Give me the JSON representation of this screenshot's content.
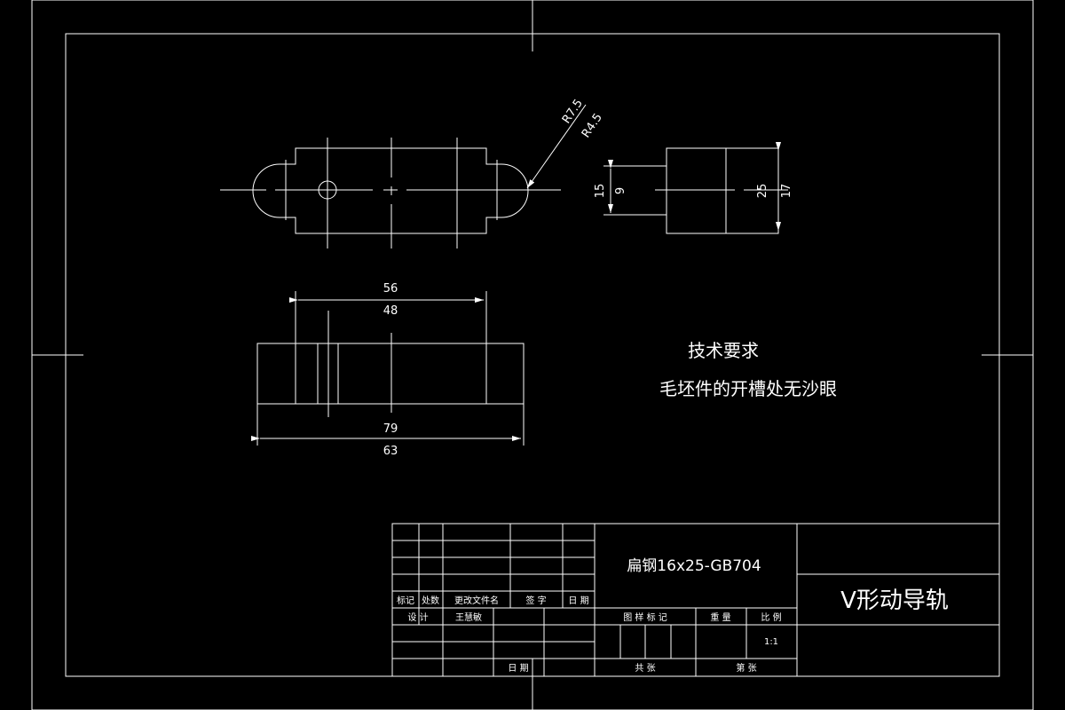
{
  "technical_requirements": {
    "heading": "技术要求",
    "note": "毛坯件的开槽处无沙眼"
  },
  "dimensions": {
    "radius_outer": "R7.5",
    "radius_inner": "R4.5",
    "side_15": "15",
    "side_9": "9",
    "side_25": "25",
    "side_17": "17",
    "top_56": "56",
    "top_48": "48",
    "bottom_79": "79",
    "bottom_63": "63"
  },
  "title_block": {
    "material": "扁钢16x25-GB704",
    "part_name": "V形动导轨",
    "mark_label": "标记",
    "count_label": "处数",
    "change_doc_label": "更改文件名",
    "sign_label": "签 字",
    "date_label": "日 期",
    "design_label": "设 计",
    "designer": "王慧敏",
    "drawing_mark_label": "图 样 标 记",
    "weight_label": "重 量",
    "scale_label": "比 例",
    "scale_value": "1:1",
    "date_label_2": "日 期",
    "total_sheets_label": "共 张",
    "sheet_no_label": "第 张"
  }
}
